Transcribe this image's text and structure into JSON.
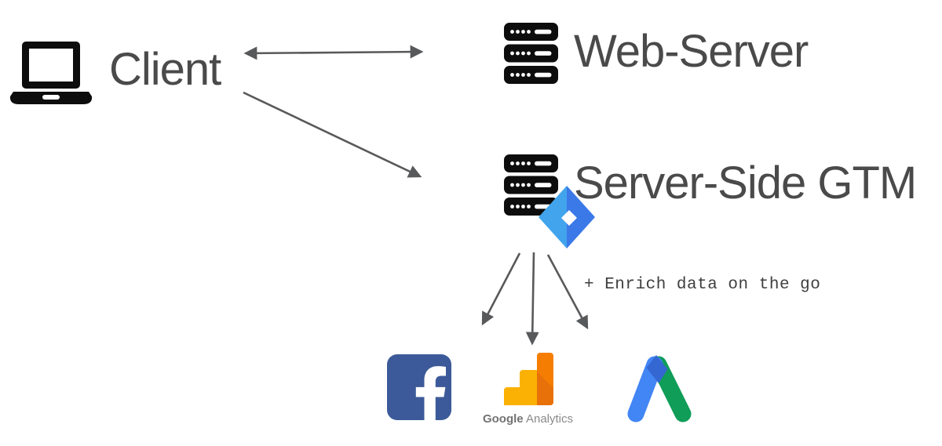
{
  "diagram_title": "",
  "nodes": {
    "client": {
      "label": "Client",
      "icon": "laptop-icon"
    },
    "web_server": {
      "label": "Web-Server",
      "icon": "server-icon"
    },
    "server_side_gtm": {
      "label": "Server-Side GTM",
      "icons": [
        "server-icon",
        "gtm-diamond-icon"
      ]
    },
    "facebook": {
      "icon": "facebook-icon"
    },
    "google_analytics": {
      "icon": "google-analytics-icon",
      "caption_brand": "Google",
      "caption_product": "Analytics"
    },
    "google_ads": {
      "icon": "google-ads-icon"
    }
  },
  "annotation": {
    "text": "+ Enrich data on the go"
  },
  "edges": [
    {
      "from": "client",
      "to": "web_server",
      "bidirectional": true
    },
    {
      "from": "client",
      "to": "server_side_gtm",
      "bidirectional": false
    },
    {
      "from": "server_side_gtm",
      "to": "facebook",
      "bidirectional": false
    },
    {
      "from": "server_side_gtm",
      "to": "google_analytics",
      "bidirectional": false
    },
    {
      "from": "server_side_gtm",
      "to": "google_ads",
      "bidirectional": false
    }
  ],
  "colors": {
    "label_text": "#4a4a4a",
    "arrow": "#58595b",
    "icon_black": "#0d0d0d",
    "facebook_blue": "#3c5a99",
    "ga_amber": "#fbb104",
    "ga_orange": "#f57e02",
    "ga_orange_dark": "#e8710a",
    "ads_blue": "#4285f4",
    "ads_green": "#0f9d58",
    "ads_overlap": "#3567d3",
    "gtm_light": "#42a4ec",
    "gtm_blue": "#3b79e8",
    "white": "#ffffff"
  }
}
